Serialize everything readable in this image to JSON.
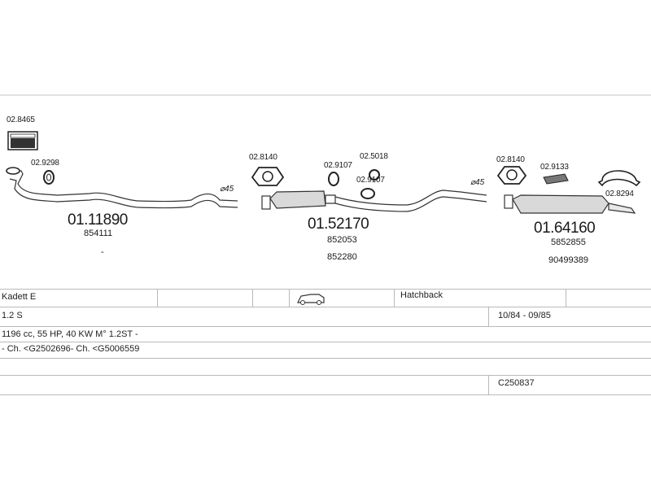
{
  "parts": {
    "box_code": "02.8465",
    "gasket_code": "02.9298",
    "front_pipe": {
      "code": "01.11890",
      "ref": "854111",
      "dash": "-"
    },
    "front_diameter": "⌀45",
    "mid_clamp_code": "02.8140",
    "mid_ring_a": "02.9107",
    "mid_ring_b": "02.5018",
    "mid_ring_c": "02.9107",
    "middle_silencer": {
      "code": "01.52170",
      "ref1": "852053",
      "ref2": "852280"
    },
    "rear_diameter": "⌀45",
    "rear_clamp_code": "02.8140",
    "rear_rubber_code": "02.9133",
    "rear_hanger_code": "02.8294",
    "rear_silencer": {
      "code": "01.64160",
      "ref1": "5852855",
      "ref2": "90499389"
    }
  },
  "vehicle": {
    "model": "Kadett  E",
    "body": "Hatchback",
    "engine": "1.2 S",
    "years": "10/84 - 09/85",
    "specs": "1196 cc, 55 HP, 40 KW M° 1.2ST -",
    "chassis": "- Ch. <G2502696- Ch. <G5006559",
    "catalog_code": "C250837"
  },
  "icons": [
    "box-icon",
    "gasket-icon",
    "clamp-icon",
    "ring-icon",
    "rubber-mount-icon",
    "hanger-icon",
    "car-icon"
  ]
}
